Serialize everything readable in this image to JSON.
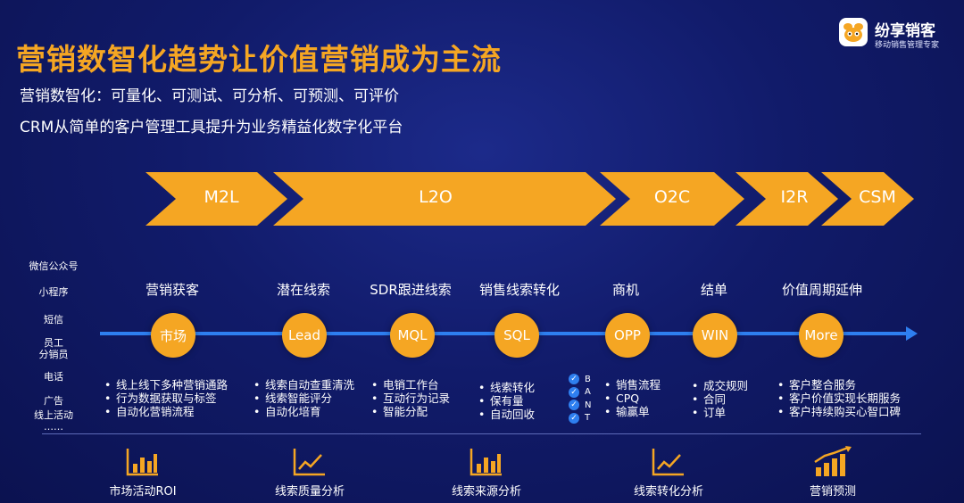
{
  "title": "营销数智化趋势让价值营销成为主流",
  "subtitle_1": "营销数智化：可量化、可测试、可分析、可预测、可评价",
  "subtitle_2": "CRM从简单的客户管理工具提升为业务精益化数字化平台",
  "logo": {
    "name": "纷享销客",
    "tagline": "移动销售管理专家",
    "icon": "bee-mascot-icon"
  },
  "colors": {
    "accent": "#f5a623",
    "timeline": "#2e7ff0",
    "background": "#111b6a"
  },
  "stages": [
    "M2L",
    "L2O",
    "O2C",
    "I2R",
    "CSM"
  ],
  "channels": [
    "微信公众号",
    "小程序",
    "短信",
    "员工",
    "分销员",
    "电话",
    "广告",
    "线上活动",
    "……"
  ],
  "steps": [
    {
      "title": "营销获客",
      "node": "市场",
      "items": [
        "线上线下多种营销通路",
        "行为数据获取与标签",
        "自动化营销流程"
      ]
    },
    {
      "title": "潜在线索",
      "node": "Lead",
      "items": [
        "线索自动查重清洗",
        "线索智能评分",
        "自动化培育"
      ]
    },
    {
      "title": "SDR跟进线索",
      "node": "MQL",
      "items": [
        "电销工作台",
        "互动行为记录",
        "智能分配"
      ]
    },
    {
      "title": "销售线索转化",
      "node": "SQL",
      "items": [
        "线索转化",
        "保有量",
        "自动回收"
      ]
    },
    {
      "title": "商机",
      "node": "OPP",
      "items": [
        "销售流程",
        "CPQ",
        "输赢单"
      ]
    },
    {
      "title": "结单",
      "node": "WIN",
      "items": [
        "成交规则",
        "合同",
        "订单"
      ]
    },
    {
      "title": "价值周期延伸",
      "node": "More",
      "items": [
        "客户整合服务",
        "客户价值实现长期服务",
        "客户持续购买心智口碑"
      ]
    }
  ],
  "bant": [
    "B",
    "A",
    "N",
    "T"
  ],
  "bant_check": "✓",
  "metrics": [
    {
      "label": "市场活动ROI",
      "icon": "bar-chart-icon"
    },
    {
      "label": "线索质量分析",
      "icon": "line-chart-icon"
    },
    {
      "label": "线索来源分析",
      "icon": "bar-chart-icon"
    },
    {
      "label": "线索转化分析",
      "icon": "line-chart-icon"
    },
    {
      "label": "营销预测",
      "icon": "bar-trend-chart-icon"
    }
  ]
}
